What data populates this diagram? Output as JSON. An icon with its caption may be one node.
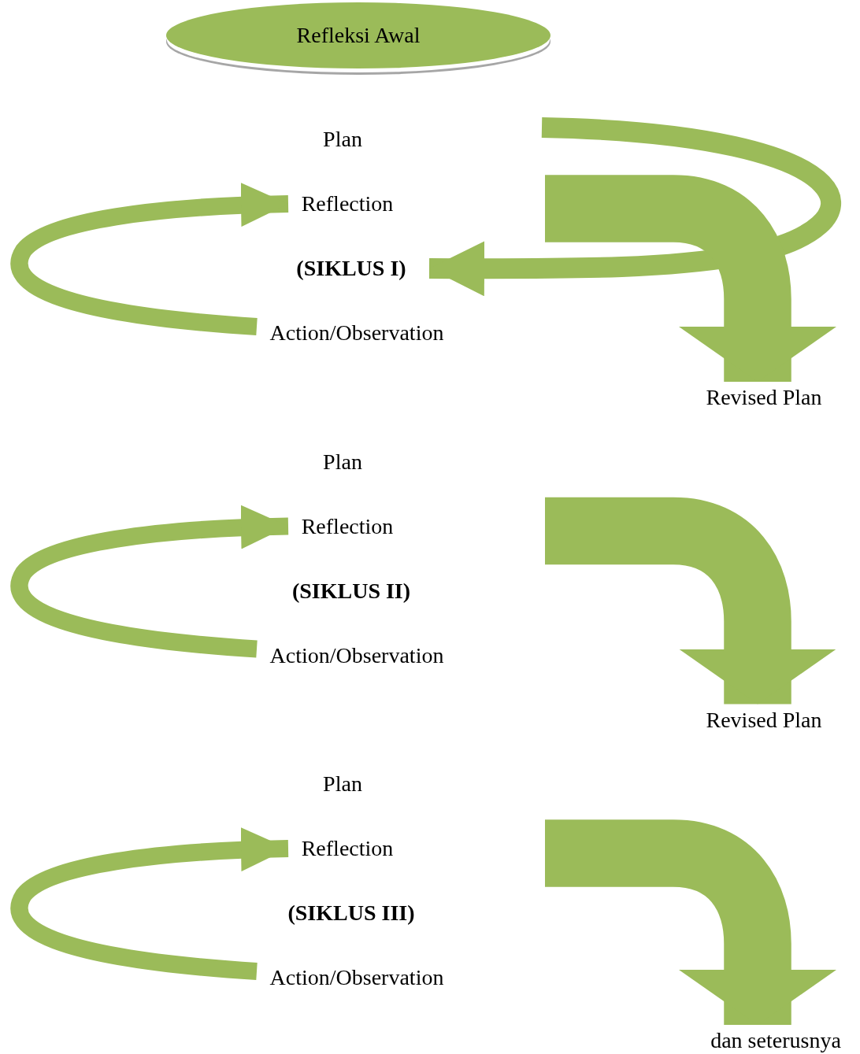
{
  "diagram": {
    "nodes": [
      {
        "text": [
          "Refleksi Awal"
        ]
      },
      {
        "text": [
          "Plan"
        ]
      },
      {
        "text": [
          "Reflection"
        ]
      },
      {
        "text": [
          "(SIKLUS I)"
        ]
      },
      {
        "text": [
          "Action/Observation"
        ]
      },
      {
        "text": [
          "Revised Plan"
        ]
      },
      {
        "text": [
          "Plan"
        ]
      },
      {
        "text": [
          "Reflection"
        ]
      },
      {
        "text": [
          "(SIKLUS II)"
        ]
      },
      {
        "text": [
          "Action/Observation"
        ]
      },
      {
        "text": [
          "Revised Plan"
        ]
      },
      {
        "text": [
          "Plan"
        ]
      },
      {
        "text": [
          "Reflection"
        ]
      },
      {
        "text": [
          "(SIKLUS III)"
        ]
      },
      {
        "text": [
          "Action/Observation"
        ]
      },
      {
        "text": [
          "dan seterusnya"
        ]
      }
    ],
    "edges": [
      {
        "from": null,
        "to": 3,
        "arrow": "to"
      },
      {
        "from": 4,
        "to": 2,
        "arrow": "to"
      },
      {
        "from": null,
        "to": 5,
        "arrow": "to",
        "style": "thick"
      },
      {
        "from": 9,
        "to": 7,
        "arrow": "to"
      },
      {
        "from": null,
        "to": 10,
        "arrow": "to",
        "style": "thick"
      },
      {
        "from": 14,
        "to": 12,
        "arrow": "to"
      },
      {
        "from": null,
        "to": 15,
        "arrow": "to",
        "style": "thick"
      }
    ]
  }
}
